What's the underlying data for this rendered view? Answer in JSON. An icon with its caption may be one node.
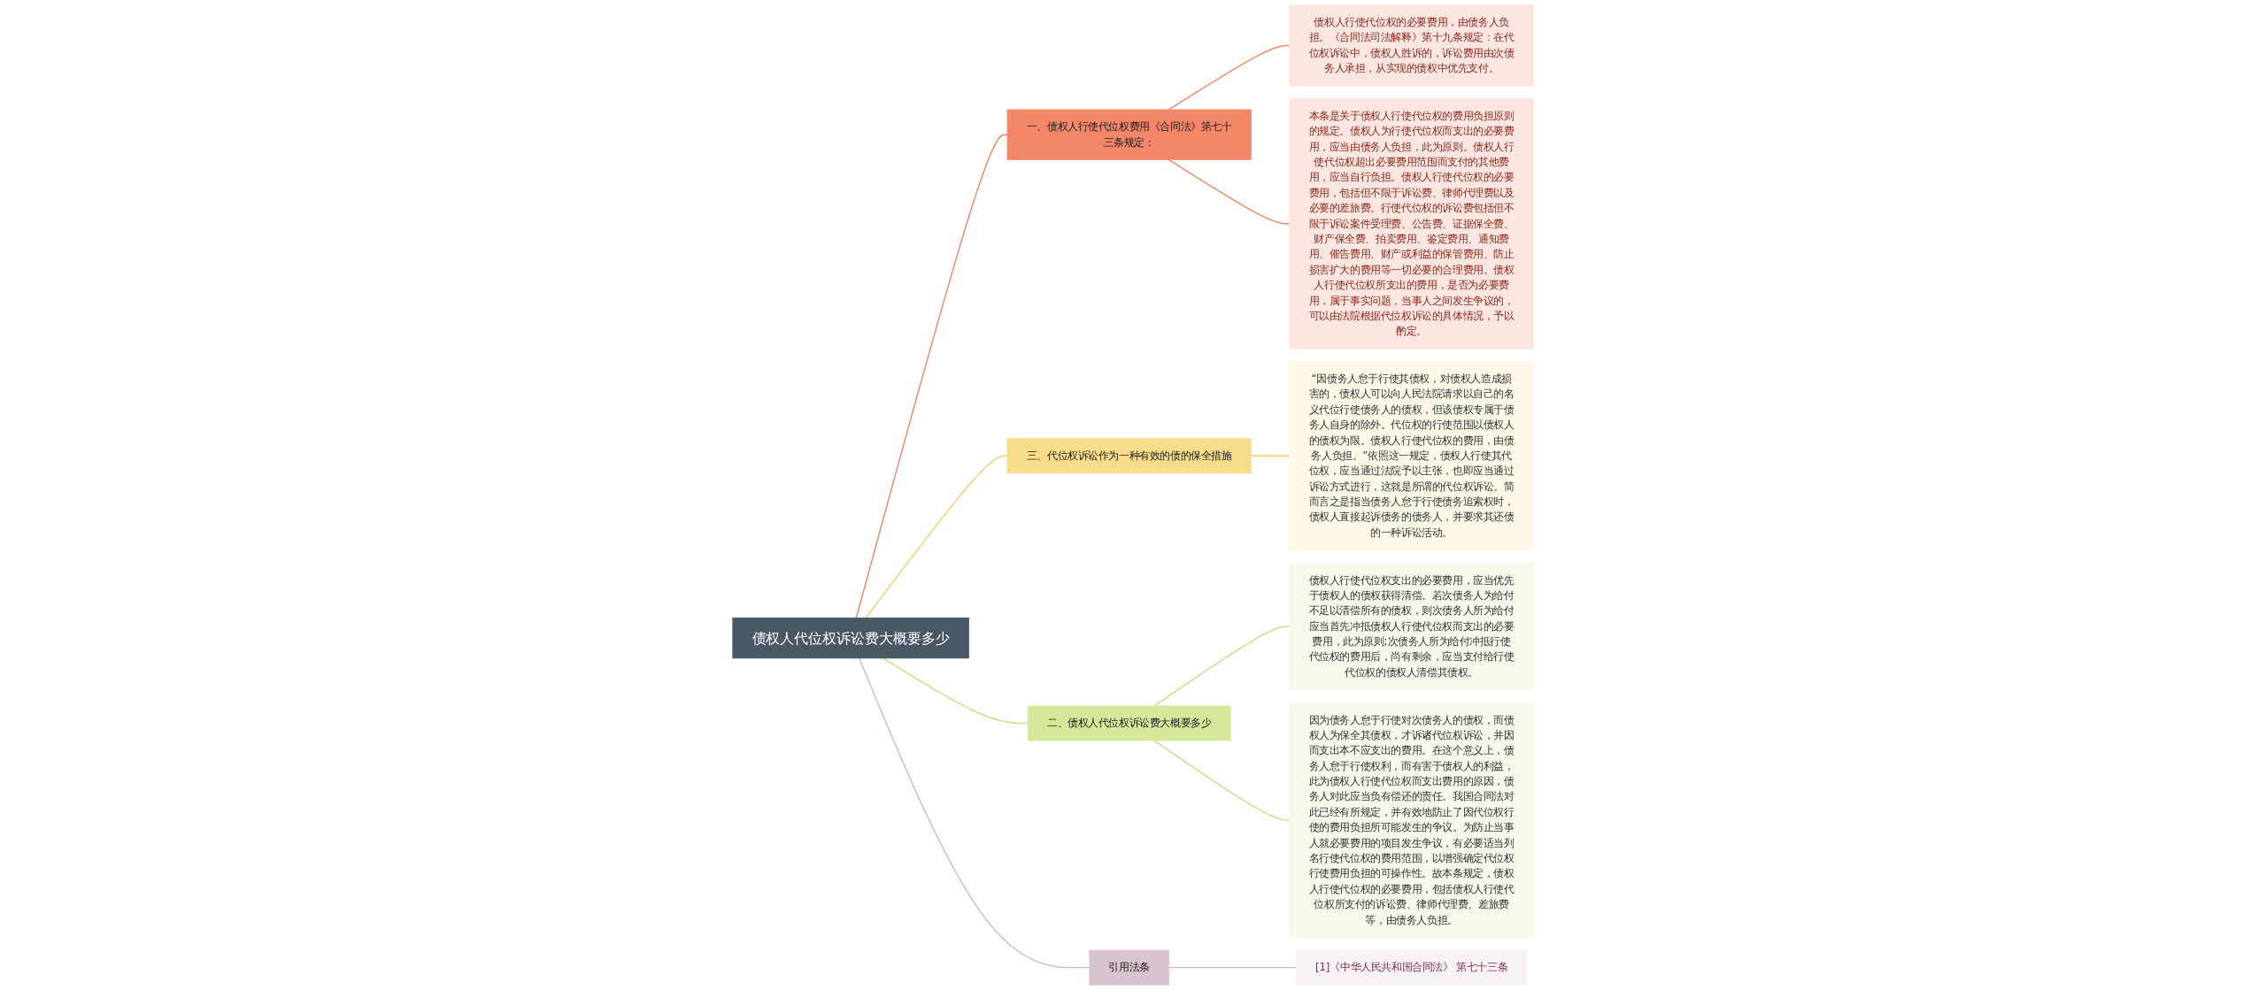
{
  "diagram": {
    "nodes": [
      {
        "text": [
          "债权人代位权诉讼费大概要多少"
        ]
      },
      {
        "text": [
          "一、债权人行使代位权费用《合同法》第七十三条规定："
        ]
      },
      {
        "text": [
          "债权人行使代位权的必要费用，由债务人负担。《合同法司法解释》第十九条规定：在代位权诉讼中，债权人胜诉的，诉讼费用由次债务人承担，从实现的债权中优先支付。"
        ]
      },
      {
        "text": [
          "本条是关于债权人行使代位权的费用负担原则的规定。债权人为行使代位权而支出的必要费用，应当由债务人负担，此为原则。债权人行使代位权超出必要费用范围而支付的其他费用，应当自行负担。债权人行使代位权的必要费用，包括但不限于诉讼费、律师代理费以及必要的差旅费。行使代位权的诉讼费包括但不限于诉讼案件受理费、公告费、证据保全费、财产保全费、拍卖费用、鉴定费用、通知费用、催告费用、财产或利益的保管费用、防止损害扩大的费用等一切必要的合理费用。债权人行使代位权所支出的费用，是否为必要费用，属于事实问题，当事人之间发生争议的，可以由法院根据代位权诉讼的具体情况，予以酌定。"
        ]
      },
      {
        "text": [
          "三、代位权诉讼作为一种有效的债的保全措施"
        ]
      },
      {
        "text": [
          "“因债务人怠于行使其债权，对债权人造成损害的，债权人可以向人民法院请求以自己的名义代位行使债务人的债权，但该债权专属于债务人自身的除外。代位权的行使范围以债权人的债权为限。债权人行使代位权的费用，由债务人负担。”依照这一规定，债权人行使其代位权，应当通过法院予以主张，也即应当通过诉讼方式进行，这就是所谓的代位权诉讼。简而言之是指当债务人怠于行使债务追索权时，债权人直接起诉债务的债务人，并要求其还债的一种诉讼活动。"
        ]
      },
      {
        "text": [
          "二、债权人代位权诉讼费大概要多少"
        ]
      },
      {
        "text": [
          "债权人行使代位权支出的必要费用，应当优先于债权人的债权获得清偿。若次债务人为给付不足以清偿所有的债权，则次债务人所为给付应当首先冲抵债权人行使代位权而支出的必要费用，此为原则;次债务人所为给付冲抵行使代位权的费用后，尚有剩余，应当支付给行使代位权的债权人清偿其债权。"
        ]
      },
      {
        "text": [
          "因为债务人怠于行使对次债务人的债权，而债权人为保全其债权，才诉诸代位权诉讼，并因而支出本不应支出的费用。在这个意义上，债务人怠于行使权利，而有害于债权人的利益，此为债权人行使代位权而支出费用的原因，债务人对此应当负有偿还的责任。我国合同法对此已经有所规定，并有效地防止了因代位权行使的费用负担所可能发生的争议。为防止当事人就必要费用的项目发生争议，有必要适当列名行使代位权的费用范围，以增强确定代位权行使费用负担的可操作性。故本条规定，债权人行使代位权的必要费用，包括债权人行使代位权所支付的诉讼费、律师代理费、差旅费等，由债务人负担。"
        ]
      },
      {
        "text": [
          "引用法条"
        ]
      },
      {
        "text": [
          "[1]《中华人民共和国合同法》 第七十三条"
        ]
      }
    ],
    "edges": [
      {
        "from": 0,
        "to": 1,
        "arrow": "none",
        "color": "#f08a6a"
      },
      {
        "from": 1,
        "to": 2,
        "arrow": "none",
        "color": "#f08a6a"
      },
      {
        "from": 1,
        "to": 3,
        "arrow": "none",
        "color": "#f08a6a"
      },
      {
        "from": 0,
        "to": 4,
        "arrow": "none",
        "color": "#f3d26e"
      },
      {
        "from": 4,
        "to": 5,
        "arrow": "none",
        "color": "#f3d26e"
      },
      {
        "from": 0,
        "to": 6,
        "arrow": "none",
        "color": "#c9df8a"
      },
      {
        "from": 6,
        "to": 7,
        "arrow": "none",
        "color": "#c9df8a"
      },
      {
        "from": 6,
        "to": 8,
        "arrow": "none",
        "color": "#c9df8a"
      },
      {
        "from": 0,
        "to": 9,
        "arrow": "none",
        "color": "#d3b9c6"
      },
      {
        "from": 9,
        "to": 10,
        "arrow": "none",
        "color": "#d3b9c6"
      }
    ]
  }
}
